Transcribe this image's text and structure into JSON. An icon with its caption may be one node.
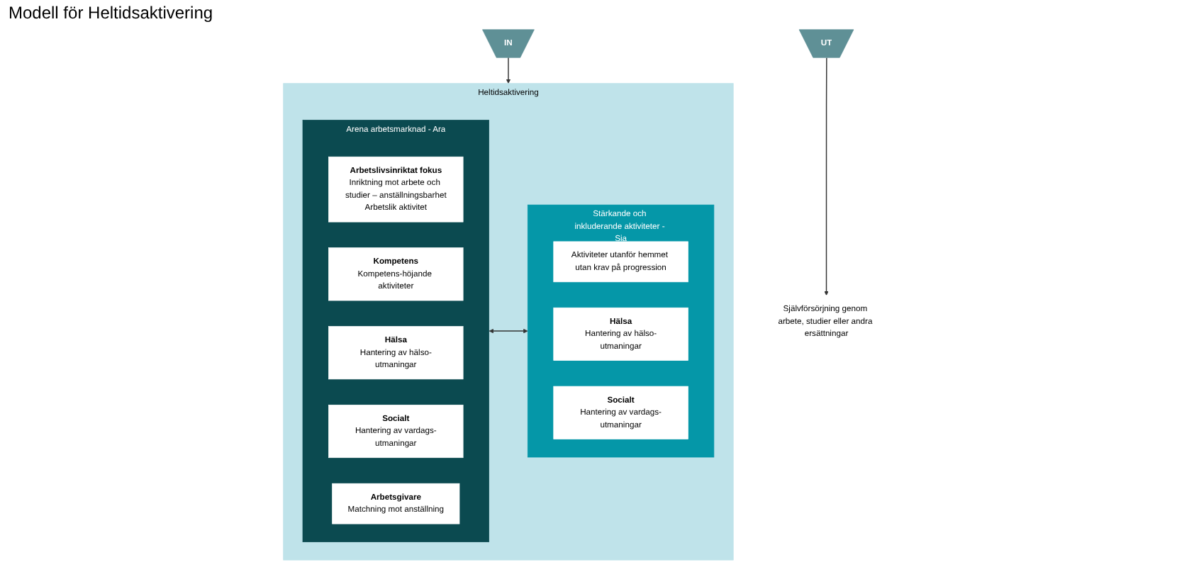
{
  "diagram": {
    "title": "Modell för Heltidsaktivering",
    "nodes": [
      {
        "text": [
          "IN"
        ]
      },
      {
        "text": [
          "Heltidsaktivering"
        ]
      },
      {
        "text": [
          "Arena arbetsmarknad - Ara"
        ],
        "in": 1
      },
      {
        "text": [
          "Arbetslivsinriktat fokus",
          "Inriktning mot arbete och studier – anställningsbarhet",
          "Arbetslik aktivitet"
        ],
        "in": 2
      },
      {
        "text": [
          "Kompetens",
          "Kompetens-höjande aktiviteter"
        ],
        "in": 2
      },
      {
        "text": [
          "Hälsa",
          "Hantering av hälso-utmaningar"
        ],
        "in": 2
      },
      {
        "text": [
          "Socialt",
          "Hantering av vardags-utmaningar"
        ],
        "in": 2
      },
      {
        "text": [
          "Arbetsgivare",
          "Matchning mot anställning"
        ],
        "in": 2
      },
      {
        "text": [
          "Stärkande och inkluderande aktiviteter - Sia"
        ],
        "in": 1
      },
      {
        "text": [
          "Aktiviteter utanför hemmet utan krav på progression"
        ],
        "in": 8
      },
      {
        "text": [
          "Hälsa",
          "Hantering av hälso-utmaningar"
        ],
        "in": 8
      },
      {
        "text": [
          "Socialt",
          "Hantering av vardags-utmaningar"
        ],
        "in": 8
      },
      {
        "text": [
          "UT"
        ]
      },
      {
        "text": [
          "Självförsörjning genom arbete, studier eller andra ersättningar"
        ]
      }
    ],
    "edges": [
      {
        "from": 0,
        "to": 1,
        "arrow": "to"
      },
      {
        "from": 2,
        "to": 8,
        "arrow": "both"
      },
      {
        "from": 12,
        "to": 13,
        "arrow": "to"
      }
    ]
  }
}
